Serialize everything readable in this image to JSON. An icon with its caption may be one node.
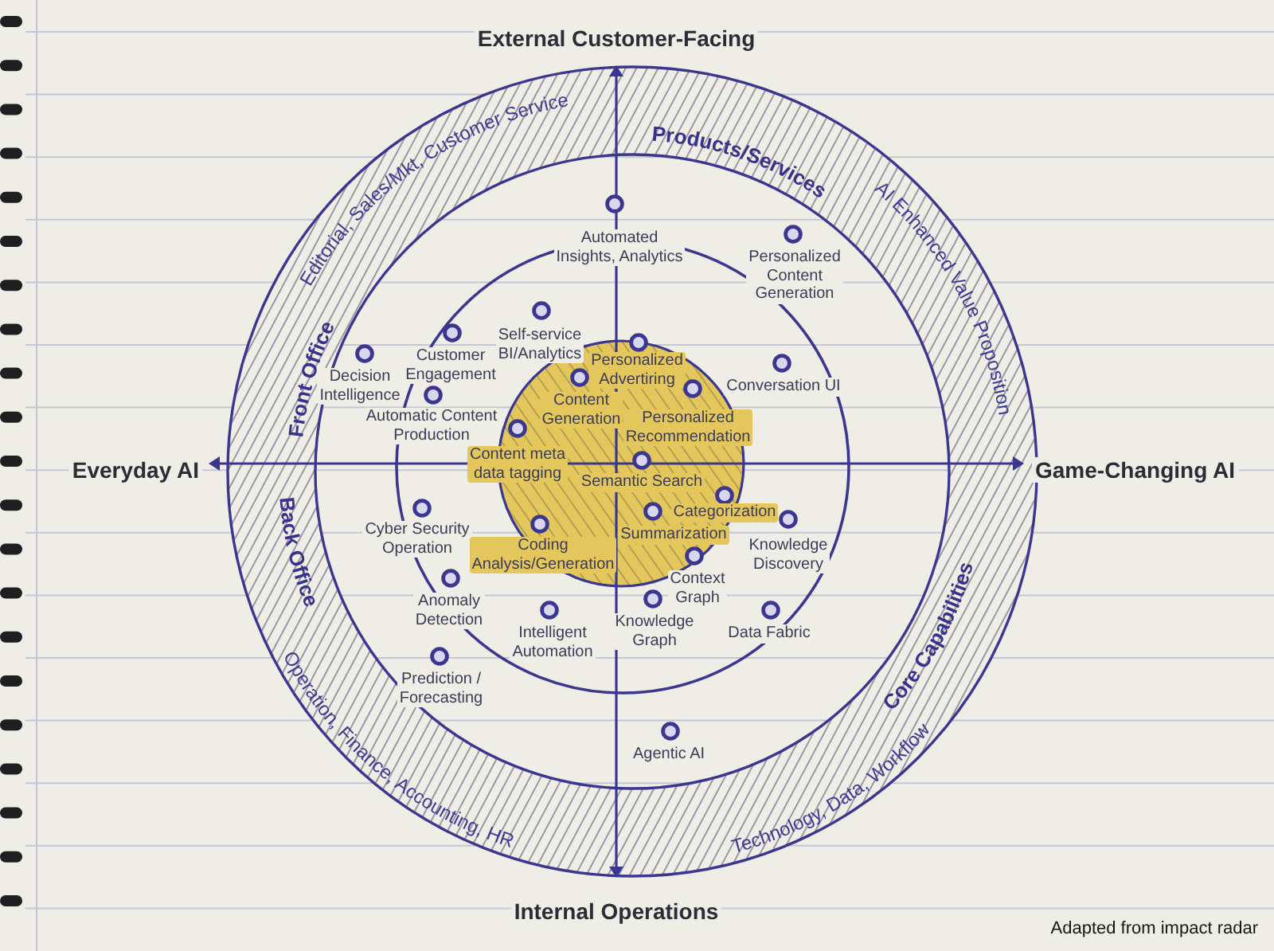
{
  "diagram": {
    "nodes": [
      {
        "text": [],
        "shape": "circle",
        "beside": [
          "Automated Insights, Analytics"
        ]
      },
      {
        "text": [],
        "shape": "circle",
        "beside": [
          "Personalized Content Generation"
        ]
      },
      {
        "text": [],
        "shape": "circle",
        "beside": [
          "Self-service BI/Analytics"
        ]
      },
      {
        "text": [],
        "shape": "circle",
        "beside": [
          "Customer Engagement"
        ]
      },
      {
        "text": [],
        "shape": "circle",
        "beside": [
          "Personalized Advertiring"
        ]
      },
      {
        "text": [],
        "shape": "circle",
        "beside": [
          "Decision Intelligence"
        ]
      },
      {
        "text": [],
        "shape": "circle",
        "beside": [
          "Conversation UI"
        ]
      },
      {
        "text": [],
        "shape": "circle",
        "beside": [
          "Content Generation"
        ]
      },
      {
        "text": [],
        "shape": "circle",
        "beside": [
          "Personalized Recommendation"
        ]
      },
      {
        "text": [],
        "shape": "circle",
        "beside": [
          "Automatic Content Production"
        ]
      },
      {
        "text": [],
        "shape": "circle",
        "beside": [
          "Content meta data tagging"
        ]
      },
      {
        "text": [],
        "shape": "circle",
        "beside": [
          "Semantic Search"
        ]
      },
      {
        "text": [],
        "shape": "circle",
        "beside": [
          "Categorization"
        ]
      },
      {
        "text": [],
        "shape": "circle",
        "beside": [
          "Summarization"
        ]
      },
      {
        "text": [],
        "shape": "circle",
        "beside": [
          "Cyber Security Operation"
        ]
      },
      {
        "text": [],
        "shape": "circle",
        "beside": [
          "Knowledge Discovery"
        ]
      },
      {
        "text": [],
        "shape": "circle",
        "beside": [
          "Coding Analysis/Generation"
        ]
      },
      {
        "text": [],
        "shape": "circle",
        "beside": [
          "Context Graph"
        ]
      },
      {
        "text": [],
        "shape": "circle",
        "beside": [
          "Anomaly Detection"
        ]
      },
      {
        "text": [],
        "shape": "circle",
        "beside": [
          "Knowledge Graph"
        ]
      },
      {
        "text": [],
        "shape": "circle",
        "beside": [
          "Intelligent Automation"
        ]
      },
      {
        "text": [],
        "shape": "circle",
        "beside": [
          "Data Fabric"
        ]
      },
      {
        "text": [],
        "shape": "circle",
        "beside": [
          "Prediction / Forecasting"
        ]
      },
      {
        "text": [],
        "shape": "circle",
        "beside": [
          "Agentic AI"
        ]
      }
    ],
    "labels": [
      "External Customer-Facing",
      "Front Office",
      "Editorial, Sales/Mkt, Customer Service",
      "Products/Services",
      "AI Enhanced Value Proposition",
      "Everyday AI",
      "Game-Changing AI",
      "Back Office",
      "Operation, Finance, Accounting, HR",
      "Core Capabilities",
      "Technology, Data, Workflow",
      "Internal Operations",
      "Adapted from impact radar"
    ]
  }
}
